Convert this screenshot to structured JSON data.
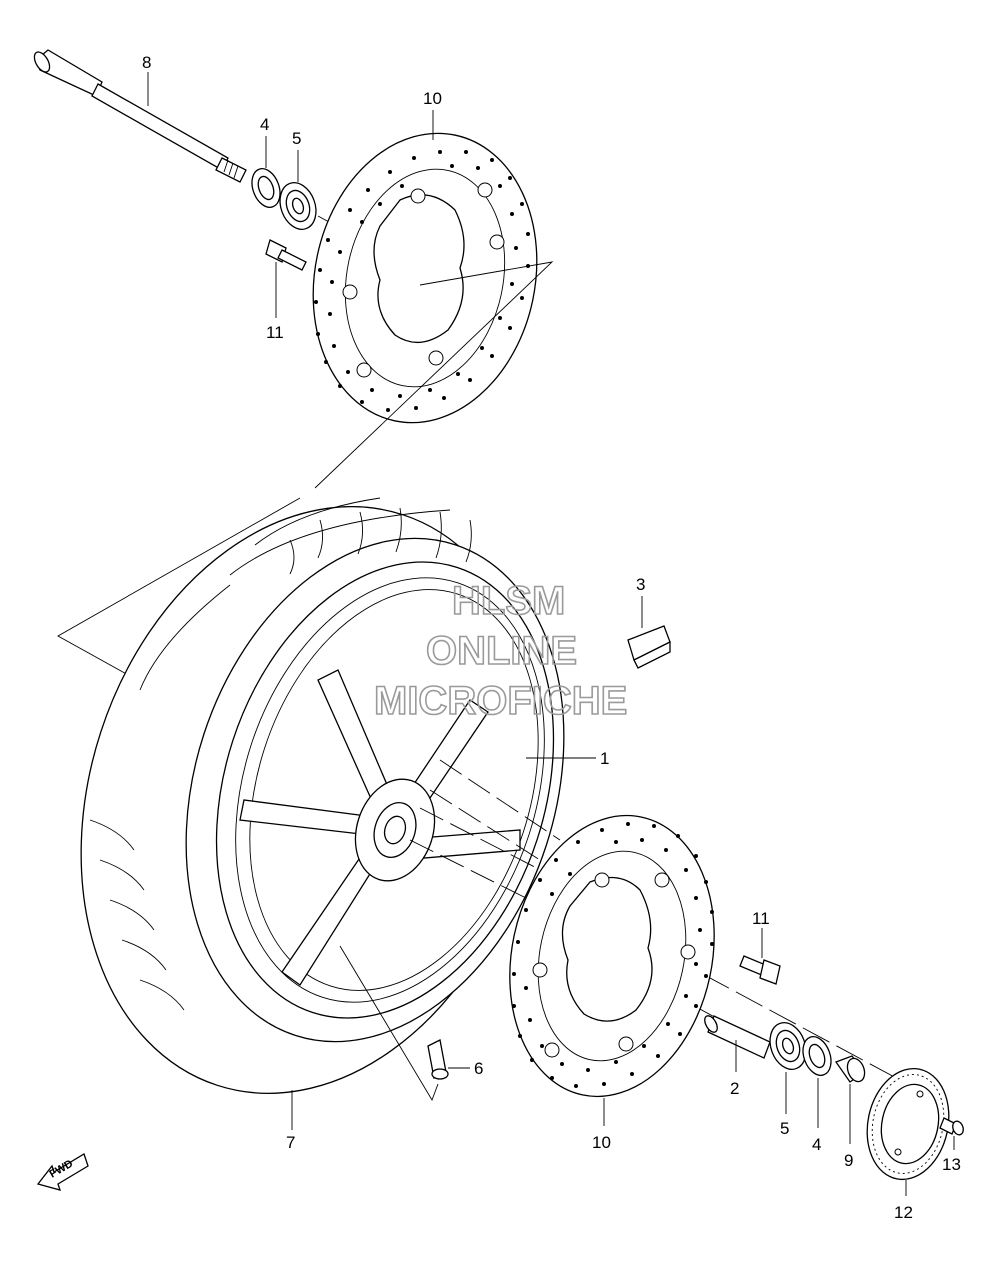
{
  "watermark": {
    "line1": "HLSM",
    "line2": "ONLINE",
    "line3": "MICROFICHE"
  },
  "fwd_label": "FWD",
  "callouts": {
    "c1": "1",
    "c2": "2",
    "c3": "3",
    "c4_top": "4",
    "c4_bottom": "4",
    "c5_top": "5",
    "c5_bottom": "5",
    "c6": "6",
    "c7": "7",
    "c8": "8",
    "c9": "9",
    "c10_top": "10",
    "c10_bottom": "10",
    "c11_top": "11",
    "c11_bottom": "11",
    "c12": "12",
    "c13": "13"
  }
}
